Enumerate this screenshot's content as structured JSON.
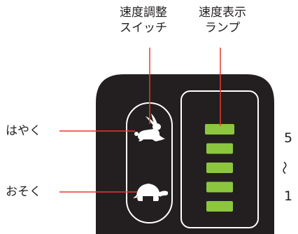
{
  "callouts": {
    "switch": {
      "line1": "速度調整",
      "line2": "スイッチ"
    },
    "lamp": {
      "line1": "速度表示",
      "line2": "ランプ"
    }
  },
  "side_labels": {
    "fast": "はやく",
    "slow": "おそく"
  },
  "scale": {
    "top": "5",
    "range": "〜",
    "bottom": "1"
  },
  "lamp": {
    "segment_count": 5,
    "lit_count": 5
  },
  "icons": {
    "fast": "rabbit-icon",
    "slow": "turtle-icon"
  },
  "colors": {
    "panel": "#231f20",
    "outline": "#ffffff",
    "lamp_green": "#8cc63f",
    "leader": "#e8382d",
    "text": "#231f20"
  }
}
